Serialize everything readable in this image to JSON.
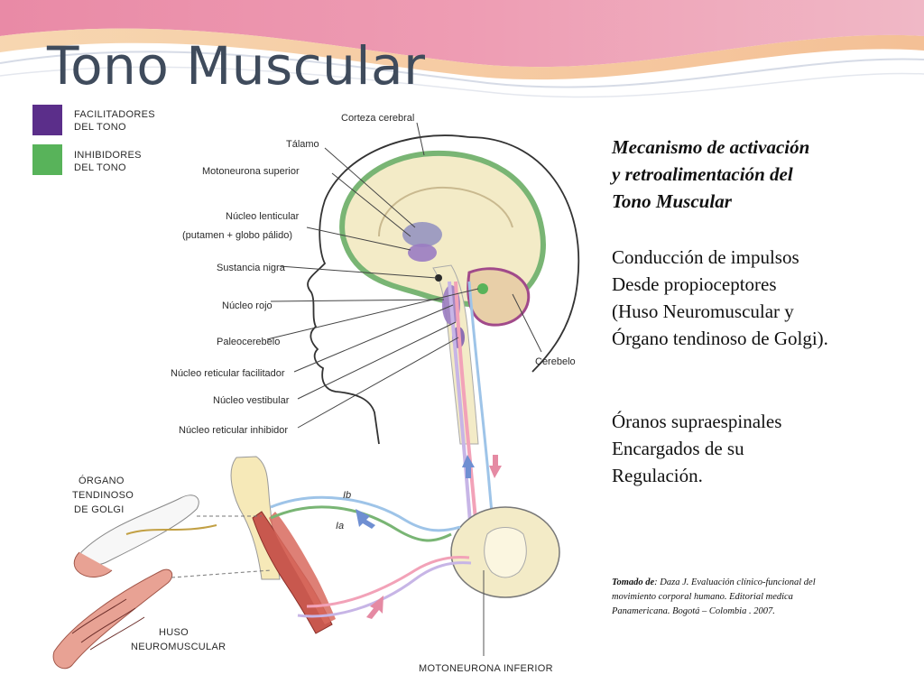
{
  "slide": {
    "title": "Tono Muscular"
  },
  "legend": [
    {
      "label_line1": "FACILITADORES",
      "label_line2": "DEL TONO",
      "color": "#5b2e8a"
    },
    {
      "label_line1": "INHIBIDORES",
      "label_line2": "DEL TONO",
      "color": "#58b35a"
    }
  ],
  "diagram_labels": {
    "corteza": "Corteza cerebral",
    "talamo": "Tálamo",
    "motoneurona_superior": "Motoneurona superior",
    "nucleo_lenticular": "Núcleo lenticular",
    "putamen": "(putamen + globo pálido)",
    "sustancia_nigra": "Sustancia nigra",
    "nucleo_rojo": "Núcleo rojo",
    "paleocerebelo": "Paleocerebelo",
    "reticular_facilitador": "Núcleo reticular facilitador",
    "vestibular": "Núcleo vestibular",
    "reticular_inhibidor": "Núcleo reticular inhibidor",
    "cerebelo": "Cerebelo",
    "organo_line1": "ÓRGANO",
    "organo_line2": "TENDINOSO",
    "organo_line3": "DE GOLGI",
    "huso_line1": "HUSO",
    "huso_line2": "NEUROMUSCULAR",
    "motoneurona_inferior": "MOTONEURONA INFERIOR",
    "fiber_ib": "Ib",
    "fiber_ia": "Ia"
  },
  "text_panel": {
    "heading_line1": "Mecanismo de activación",
    "heading_line2": "y retroalimentación del",
    "heading_line3": "Tono Muscular",
    "para1_line1": "Conducción de impulsos",
    "para1_line2": "Desde propioceptores",
    "para1_line3": "(Huso Neuromuscular y",
    "para1_line4": "Órgano tendinoso de Golgi).",
    "para2_line1": "Óranos supraespinales",
    "para2_line2": "Encargados de su",
    "para2_line3": "Regulación."
  },
  "source": {
    "prefix": "Tomado de",
    "line1": ": Daza J. Evaluación clínico-funcional del",
    "line2": "movimiento corporal humano. Editorial medica",
    "line3": "Panamericana. Bogotá – Colombia . 2007."
  },
  "colors": {
    "title": "#3f4b5c",
    "facilitator": "#5b2e8a",
    "inhibitor": "#58b35a",
    "banner_pink": "#e58aa3",
    "banner_orange": "#f1c18e"
  }
}
